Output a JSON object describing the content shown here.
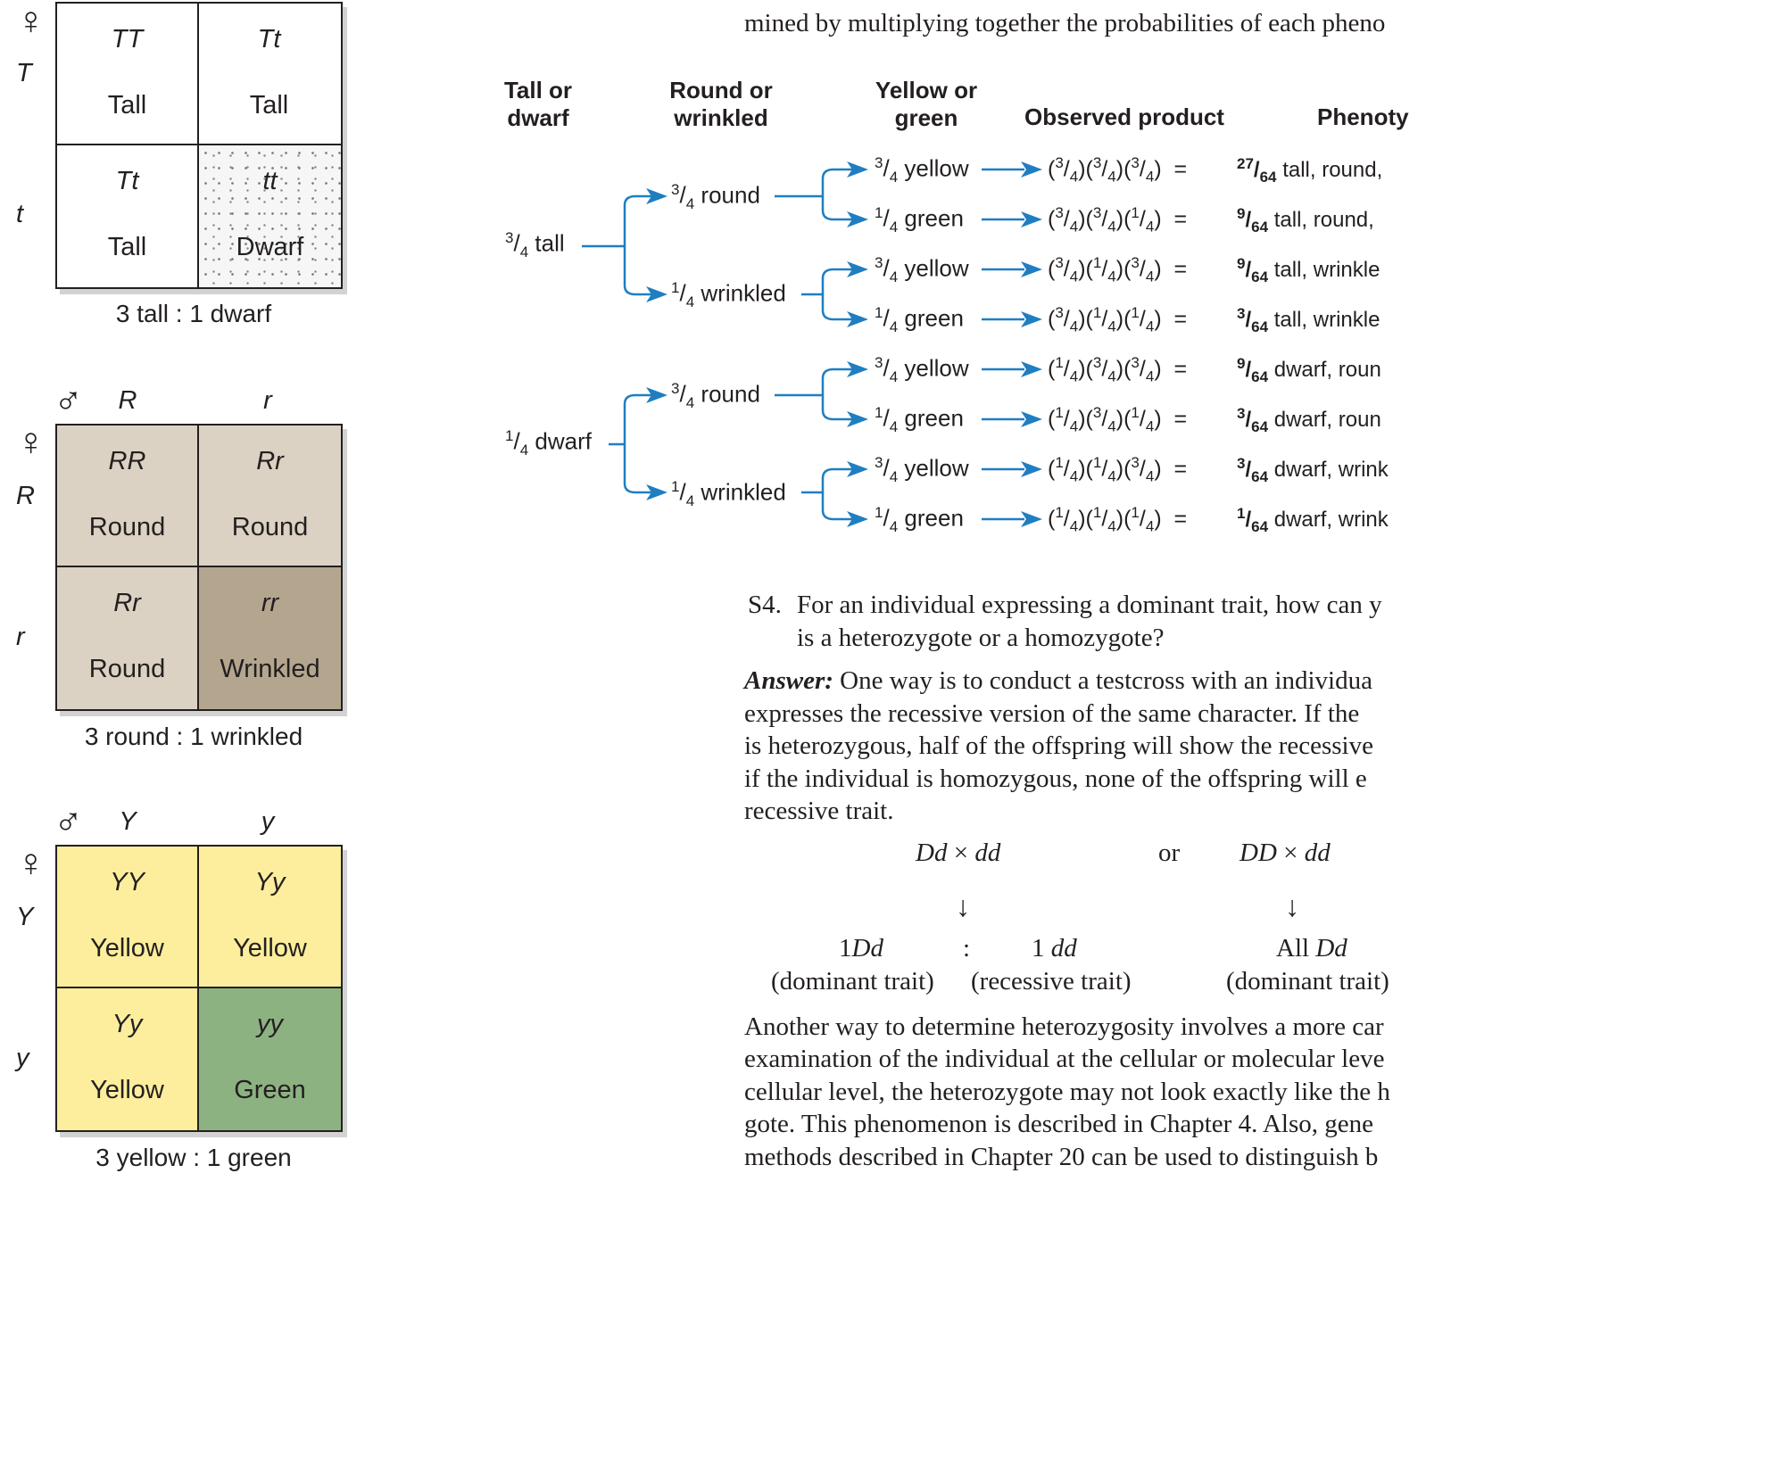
{
  "symbols": {
    "female": "♀",
    "male": "♂"
  },
  "punnett_height": {
    "side_alleles": [
      "T",
      "t"
    ],
    "cells": [
      {
        "genotype": "TT",
        "phenotype": "Tall"
      },
      {
        "genotype": "Tt",
        "phenotype": "Tall"
      },
      {
        "genotype": "Tt",
        "phenotype": "Tall"
      },
      {
        "genotype": "tt",
        "phenotype": "Dwarf"
      }
    ],
    "ratio": "3 tall : 1 dwarf"
  },
  "punnett_shape": {
    "top_alleles": [
      "R",
      "r"
    ],
    "side_alleles": [
      "R",
      "r"
    ],
    "cells": [
      {
        "genotype": "RR",
        "phenotype": "Round"
      },
      {
        "genotype": "Rr",
        "phenotype": "Round"
      },
      {
        "genotype": "Rr",
        "phenotype": "Round"
      },
      {
        "genotype": "rr",
        "phenotype": "Wrinkled"
      }
    ],
    "ratio": "3 round : 1 wrinkled",
    "colors": {
      "light": "#dbd2c3",
      "dark": "#b4a68e"
    }
  },
  "punnett_color": {
    "top_alleles": [
      "Y",
      "y"
    ],
    "side_alleles": [
      "Y",
      "y"
    ],
    "cells": [
      {
        "genotype": "YY",
        "phenotype": "Yellow"
      },
      {
        "genotype": "Yy",
        "phenotype": "Yellow"
      },
      {
        "genotype": "Yy",
        "phenotype": "Yellow"
      },
      {
        "genotype": "yy",
        "phenotype": "Green"
      }
    ],
    "ratio": "3 yellow : 1 green",
    "colors": {
      "yellow": "#fcee9c",
      "green": "#8db282"
    }
  },
  "intro_text": "mined by multiplying together the probabilities of each pheno",
  "diagram": {
    "arrow_color": "#1f7ec1",
    "headers": {
      "col1": "Tall or dwarf",
      "col2": "Round or wrinkled",
      "col3": "Yellow or green",
      "col4": "Observed product",
      "col5": "Phenoty"
    },
    "words": {
      "tall": "tall",
      "dwarf": "dwarf",
      "round": "round",
      "wrinkled": "wrinkled",
      "yellow": "yellow",
      "green": "green"
    },
    "fractions": {
      "three": "3",
      "one": "1",
      "four": "4",
      "sixtyfour": "64"
    },
    "rows": [
      {
        "product": [
          "3",
          "3",
          "3"
        ],
        "numerator": "27",
        "phenotype": "tall, round,"
      },
      {
        "product": [
          "3",
          "3",
          "1"
        ],
        "numerator": "9",
        "phenotype": "tall, round,"
      },
      {
        "product": [
          "3",
          "1",
          "3"
        ],
        "numerator": "9",
        "phenotype": "tall, wrinkle"
      },
      {
        "product": [
          "3",
          "1",
          "1"
        ],
        "numerator": "3",
        "phenotype": "tall, wrinkle"
      },
      {
        "product": [
          "1",
          "3",
          "3"
        ],
        "numerator": "9",
        "phenotype": "dwarf, roun"
      },
      {
        "product": [
          "1",
          "3",
          "1"
        ],
        "numerator": "3",
        "phenotype": "dwarf, roun"
      },
      {
        "product": [
          "1",
          "1",
          "3"
        ],
        "numerator": "3",
        "phenotype": "dwarf, wrink"
      },
      {
        "product": [
          "1",
          "1",
          "1"
        ],
        "numerator": "1",
        "phenotype": "dwarf, wrink"
      }
    ]
  },
  "question": {
    "number": "S4.",
    "line1": "For an individual expressing a dominant trait, how can y",
    "line2": "is a heterozygote or a homozygote?"
  },
  "answer": {
    "label": "Answer:",
    "line1": "One way is to conduct a testcross with an individua",
    "line2": "expresses the recessive version of the same character. If the",
    "line3": "is heterozygous, half of the offspring will show the recessive",
    "line4": "if the individual is homozygous, none of the offspring will e",
    "line5": "recessive trait."
  },
  "crosses": {
    "left": {
      "parent1": "Dd",
      "times": "×",
      "parent2": "dd"
    },
    "or": "or",
    "right": {
      "parent1": "DD",
      "times": "×",
      "parent2": "dd"
    },
    "arrow": "↓",
    "left_result": {
      "count1": "1",
      "geno1": "Dd",
      "colon": ":",
      "count2": "1 ",
      "geno2": "dd",
      "label1": "(dominant trait)",
      "label2": "(recessive trait)"
    },
    "right_result": {
      "prefix": "All ",
      "geno": "Dd",
      "label": "(dominant trait)"
    }
  },
  "final_paragraph": [
    "Another way to determine heterozygosity involves a more car",
    "examination of the individual at the cellular or molecular leve",
    "cellular level, the heterozygote may not look exactly like the h",
    "gote. This phenomenon is described in Chapter 4. Also, gene",
    "methods described in Chapter 20 can be used to distinguish b"
  ]
}
